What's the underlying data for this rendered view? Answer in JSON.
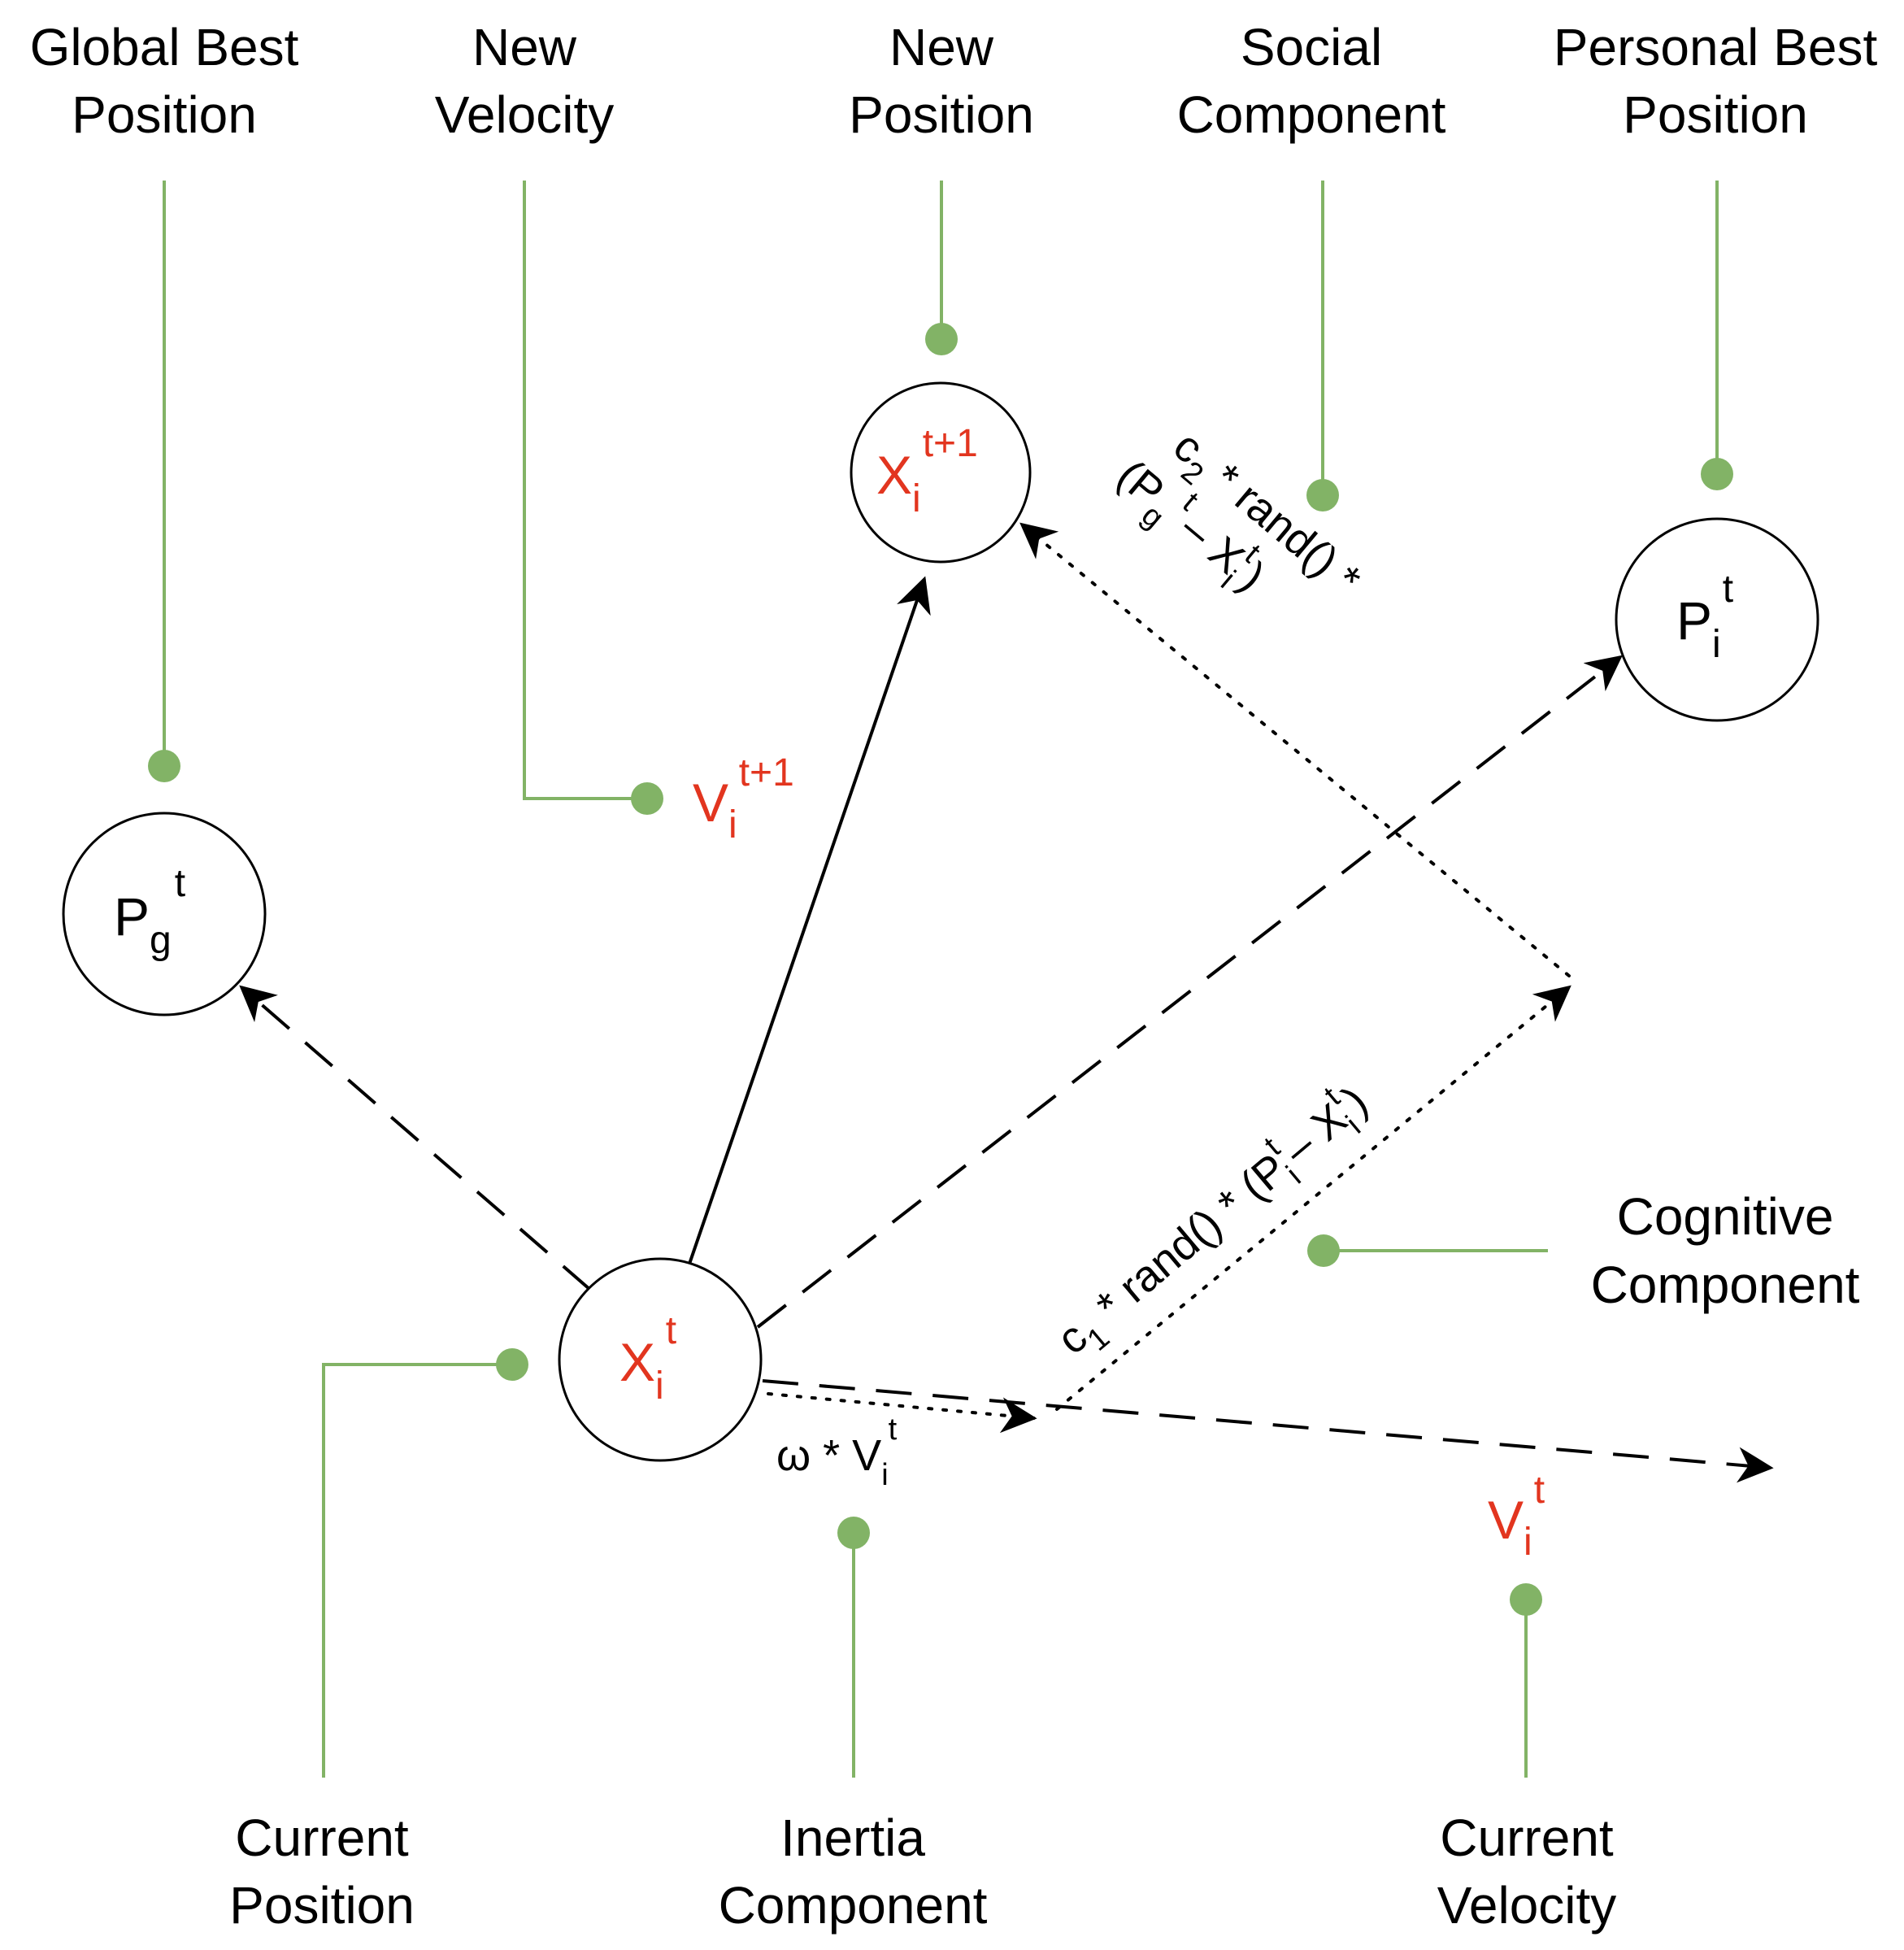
{
  "labels": {
    "global_best_1": "Global Best",
    "global_best_2": "Position",
    "new_velocity_1": "New",
    "new_velocity_2": "Velocity",
    "new_position_1": "New",
    "new_position_2": "Position",
    "social_1": "Social",
    "social_2": "Component",
    "personal_best_1": "Personal Best",
    "personal_best_2": "Position",
    "cognitive_1": "Cognitive",
    "cognitive_2": "Component",
    "current_position_1": "Current",
    "current_position_2": "Position",
    "inertia_1": "Inertia",
    "inertia_2": "Component",
    "current_velocity_1": "Current",
    "current_velocity_2": "Velocity"
  },
  "nodes": {
    "global_best": {
      "base": "P",
      "sub": "g",
      "sup": "t"
    },
    "new_position": {
      "base": "X",
      "sub": "i",
      "sup": "t+1"
    },
    "personal_best": {
      "base": "P",
      "sub": "i",
      "sup": "t"
    },
    "current_position": {
      "base": "X",
      "sub": "i",
      "sup": "t"
    }
  },
  "vectors": {
    "new_velocity": {
      "base": "V",
      "sub": "i",
      "sup": "t+1"
    },
    "current_velocity": {
      "base": "V",
      "sub": "i",
      "sup": "t"
    }
  },
  "formulas": {
    "inertia": {
      "a": "ω * V",
      "sub": "i",
      "sup": "t"
    },
    "cognitive": {
      "a": "c",
      "a_sub": "1",
      "b": " * rand() * (P",
      "b_sup": "t",
      "b_sub": "i",
      "c": "– X",
      "c_sup": "t",
      "c_sub": "i",
      "d": ")"
    },
    "social": {
      "a": "c",
      "a_sub": "2",
      "b": " * rand() *",
      "c": "(P",
      "c_sub": "g",
      "c_sup": "t",
      "d": "– X",
      "d_sup": "t",
      "d_sub": "i",
      "e": ")"
    }
  },
  "colors": {
    "accent_red": "#e2351f",
    "callout_green": "#82b366"
  }
}
